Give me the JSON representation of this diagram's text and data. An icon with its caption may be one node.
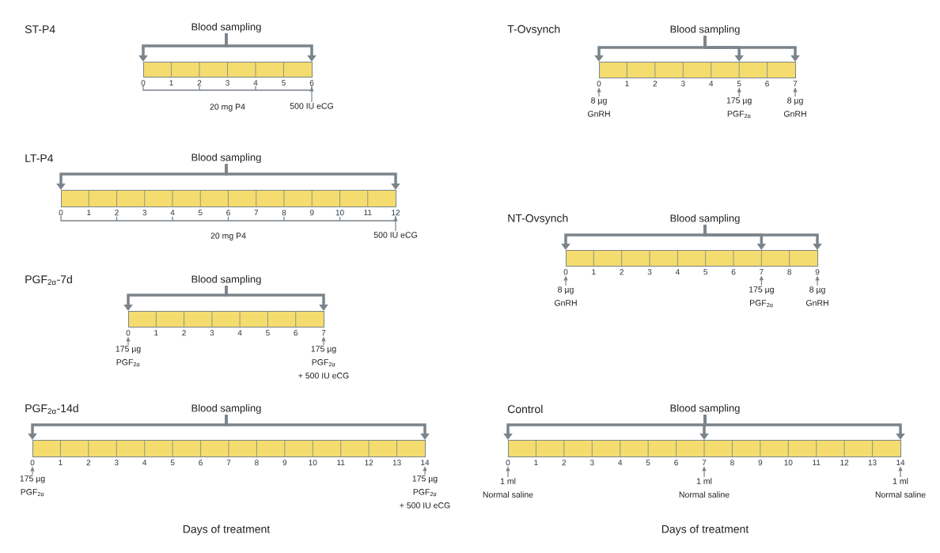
{
  "diagram": {
    "nodes": [
      {
        "text": [
          "Blood sampling"
        ]
      },
      {
        "text": [],
        "shape": "bar"
      },
      {
        "text": [
          "6"
        ]
      },
      {
        "text": [
          "500 IU eCG"
        ]
      },
      {
        "text": [
          "Blood sampling"
        ]
      },
      {
        "text": [],
        "shape": "bar"
      },
      {
        "text": [
          "12"
        ]
      },
      {
        "text": [
          "500 IU eCG"
        ]
      },
      {
        "text": [
          "Blood sampling"
        ]
      },
      {
        "text": [],
        "shape": "bar"
      },
      {
        "text": [
          "0"
        ]
      },
      {
        "text": [
          "7"
        ]
      },
      {
        "text": [
          "175 µg",
          "PGF$_{2α}$"
        ]
      },
      {
        "text": [
          "175 µg",
          "PGF$_{2α}$",
          "+ 500 IU eCG"
        ]
      },
      {
        "text": [
          "Blood sampling"
        ]
      },
      {
        "text": [],
        "shape": "bar"
      },
      {
        "text": [
          "0"
        ]
      },
      {
        "text": [
          "14"
        ]
      },
      {
        "text": [
          "175 µg",
          "PGF$_{2α}$"
        ]
      },
      {
        "text": [
          "175 µg",
          "PGF$_{2α}$",
          "+ 500 IU eCG"
        ]
      },
      {
        "text": [
          "Blood sampling"
        ]
      },
      {
        "text": [],
        "shape": "bar"
      },
      {
        "text": [
          "0"
        ]
      },
      {
        "text": [
          "5"
        ]
      },
      {
        "text": [
          "7"
        ]
      },
      {
        "text": [
          "8 µg",
          "GnRH"
        ]
      },
      {
        "text": [
          "175 µg",
          "PGF$_{2α}$"
        ]
      },
      {
        "text": [
          "8 µg",
          "GnRH"
        ]
      },
      {
        "text": [
          "Blood sampling"
        ]
      },
      {
        "text": [],
        "shape": "bar"
      },
      {
        "text": [
          "0"
        ]
      },
      {
        "text": [
          "7"
        ]
      },
      {
        "text": [
          "9"
        ]
      },
      {
        "text": [
          "8 µg",
          "GnRH"
        ]
      },
      {
        "text": [
          "175 µg",
          "PGF$_{2α}$"
        ]
      },
      {
        "text": [
          "8 µg",
          "GnRH"
        ]
      },
      {
        "text": [
          "Blood sampling"
        ]
      },
      {
        "text": [],
        "shape": "bar"
      },
      {
        "text": [
          "0"
        ]
      },
      {
        "text": [
          "7"
        ]
      },
      {
        "text": [
          "14"
        ]
      },
      {
        "text": [
          "1 ml",
          "Normal saline"
        ]
      },
      {
        "text": [
          "1 ml",
          "Normal saline"
        ]
      },
      {
        "text": [
          "1 ml",
          "Normal saline"
        ]
      }
    ],
    "edges": [
      {
        "from": 0,
        "to": 1,
        "arrow": "to"
      },
      {
        "from": 0,
        "to": 1,
        "arrow": "to"
      },
      {
        "from": 3,
        "to": 2,
        "arrow": "to"
      },
      {
        "from": 4,
        "to": 5,
        "arrow": "to"
      },
      {
        "from": 4,
        "to": 5,
        "arrow": "to"
      },
      {
        "from": 7,
        "to": 6,
        "arrow": "to"
      },
      {
        "from": 8,
        "to": 9,
        "arrow": "to"
      },
      {
        "from": 8,
        "to": 9,
        "arrow": "to"
      },
      {
        "from": 12,
        "to": 10,
        "arrow": "to"
      },
      {
        "from": 13,
        "to": 11,
        "arrow": "to"
      },
      {
        "from": 14,
        "to": 15,
        "arrow": "to"
      },
      {
        "from": 14,
        "to": 15,
        "arrow": "to"
      },
      {
        "from": 18,
        "to": 16,
        "arrow": "to"
      },
      {
        "from": 19,
        "to": 17,
        "arrow": "to"
      },
      {
        "from": 20,
        "to": 21,
        "arrow": "to"
      },
      {
        "from": 20,
        "to": 21,
        "arrow": "to"
      },
      {
        "from": 20,
        "to": 21,
        "arrow": "to"
      },
      {
        "from": 25,
        "to": 22,
        "arrow": "to"
      },
      {
        "from": 26,
        "to": 23,
        "arrow": "to"
      },
      {
        "from": 27,
        "to": 24,
        "arrow": "to"
      },
      {
        "from": 28,
        "to": 29,
        "arrow": "to"
      },
      {
        "from": 28,
        "to": 29,
        "arrow": "to"
      },
      {
        "from": 28,
        "to": 29,
        "arrow": "to"
      },
      {
        "from": 33,
        "to": 30,
        "arrow": "to"
      },
      {
        "from": 34,
        "to": 31,
        "arrow": "to"
      },
      {
        "from": 35,
        "to": 32,
        "arrow": "to"
      },
      {
        "from": 36,
        "to": 37,
        "arrow": "to"
      },
      {
        "from": 36,
        "to": 37,
        "arrow": "to"
      },
      {
        "from": 36,
        "to": 37,
        "arrow": "to"
      },
      {
        "from": 41,
        "to": 38,
        "arrow": "to"
      },
      {
        "from": 42,
        "to": 39,
        "arrow": "to"
      },
      {
        "from": 43,
        "to": 40,
        "arrow": "to"
      }
    ],
    "labels": [
      "ST-P4",
      "0",
      "1",
      "2",
      "3",
      "4",
      "5",
      "20 mg P4",
      "LT-P4",
      "0",
      "1",
      "2",
      "3",
      "4",
      "5",
      "6",
      "7",
      "8",
      "9",
      "10",
      "11",
      "20 mg P4",
      "PGF$_{2α}$-7d",
      "1",
      "2",
      "3",
      "4",
      "5",
      "6",
      "PGF$_{2α}$-14d",
      "1",
      "2",
      "3",
      "4",
      "5",
      "6",
      "7",
      "8",
      "9",
      "10",
      "11",
      "12",
      "13",
      "T-Ovsynch",
      "1",
      "2",
      "3",
      "4",
      "6",
      "NT-Ovsynch",
      "1",
      "2",
      "3",
      "4",
      "5",
      "6",
      "8",
      "Control",
      "1",
      "2",
      "3",
      "4",
      "5",
      "6",
      "8",
      "9",
      "10",
      "11",
      "12",
      "13",
      "Days of treatment",
      "Days of treatment"
    ]
  }
}
